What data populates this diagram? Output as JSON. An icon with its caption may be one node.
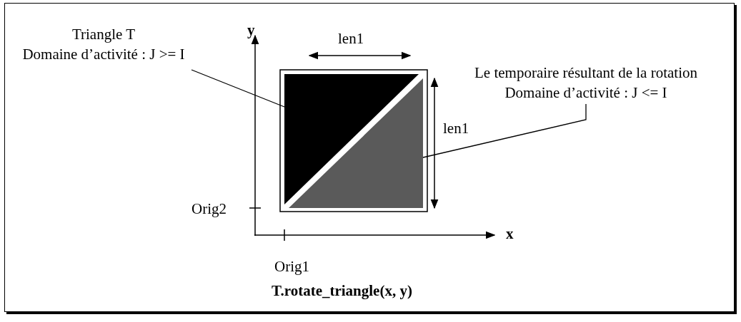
{
  "diagram": {
    "caption": "T.rotate_triangle(x, y)",
    "nodes": [
      {
        "text": [
          "Triangle T",
          "Domaine d’activité : J >= I"
        ]
      },
      {
        "text": [],
        "shape": "triangle"
      },
      {
        "text": [
          "Le temporaire résultant de la rotation",
          "Domaine d’activité : J <= I"
        ]
      },
      {
        "text": [],
        "shape": "triangle"
      }
    ],
    "edges": [
      {
        "from": 0,
        "to": 1,
        "arrow": "none"
      },
      {
        "from": 2,
        "to": 3,
        "arrow": "none"
      }
    ],
    "labels": [
      "y",
      "len1",
      "len1",
      "x",
      "Orig2",
      "Orig1"
    ]
  }
}
